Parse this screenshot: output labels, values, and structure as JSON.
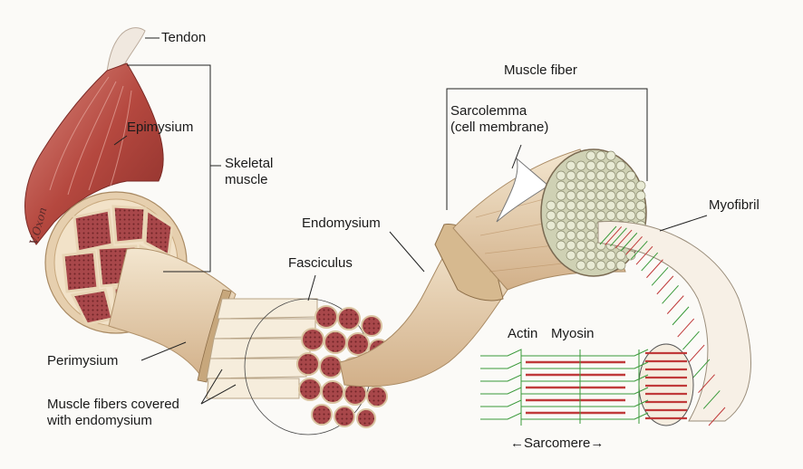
{
  "labels": {
    "tendon": "Tendon",
    "epimysium": "Epimysium",
    "skeletal_muscle": "Skeletal\nmuscle",
    "perimysium": "Perimysium",
    "muscle_fibers_covered": "Muscle fibers covered\nwith endomysium",
    "fasciculus": "Fasciculus",
    "endomysium": "Endomysium",
    "muscle_fiber": "Muscle fiber",
    "sarcolemma": "Sarcolemma\n(cell membrane)",
    "myofibril": "Myofibril",
    "actin": "Actin",
    "myosin": "Myosin",
    "sarcomere": "←Sarcomere→"
  },
  "signature": "V.Oxon",
  "colors": {
    "muscle_red": "#b5483f",
    "muscle_dark": "#8a2f2a",
    "fascicle_fill": "#a8474a",
    "connective_tan": "#e6cfae",
    "connective_dark": "#c7a77c",
    "fiber_cream": "#f1e5cf",
    "myofibril_dot": "#e8ead4",
    "actin_green": "#3a9a3a",
    "myosin_red": "#c03a3a",
    "leader_line": "#222222"
  }
}
